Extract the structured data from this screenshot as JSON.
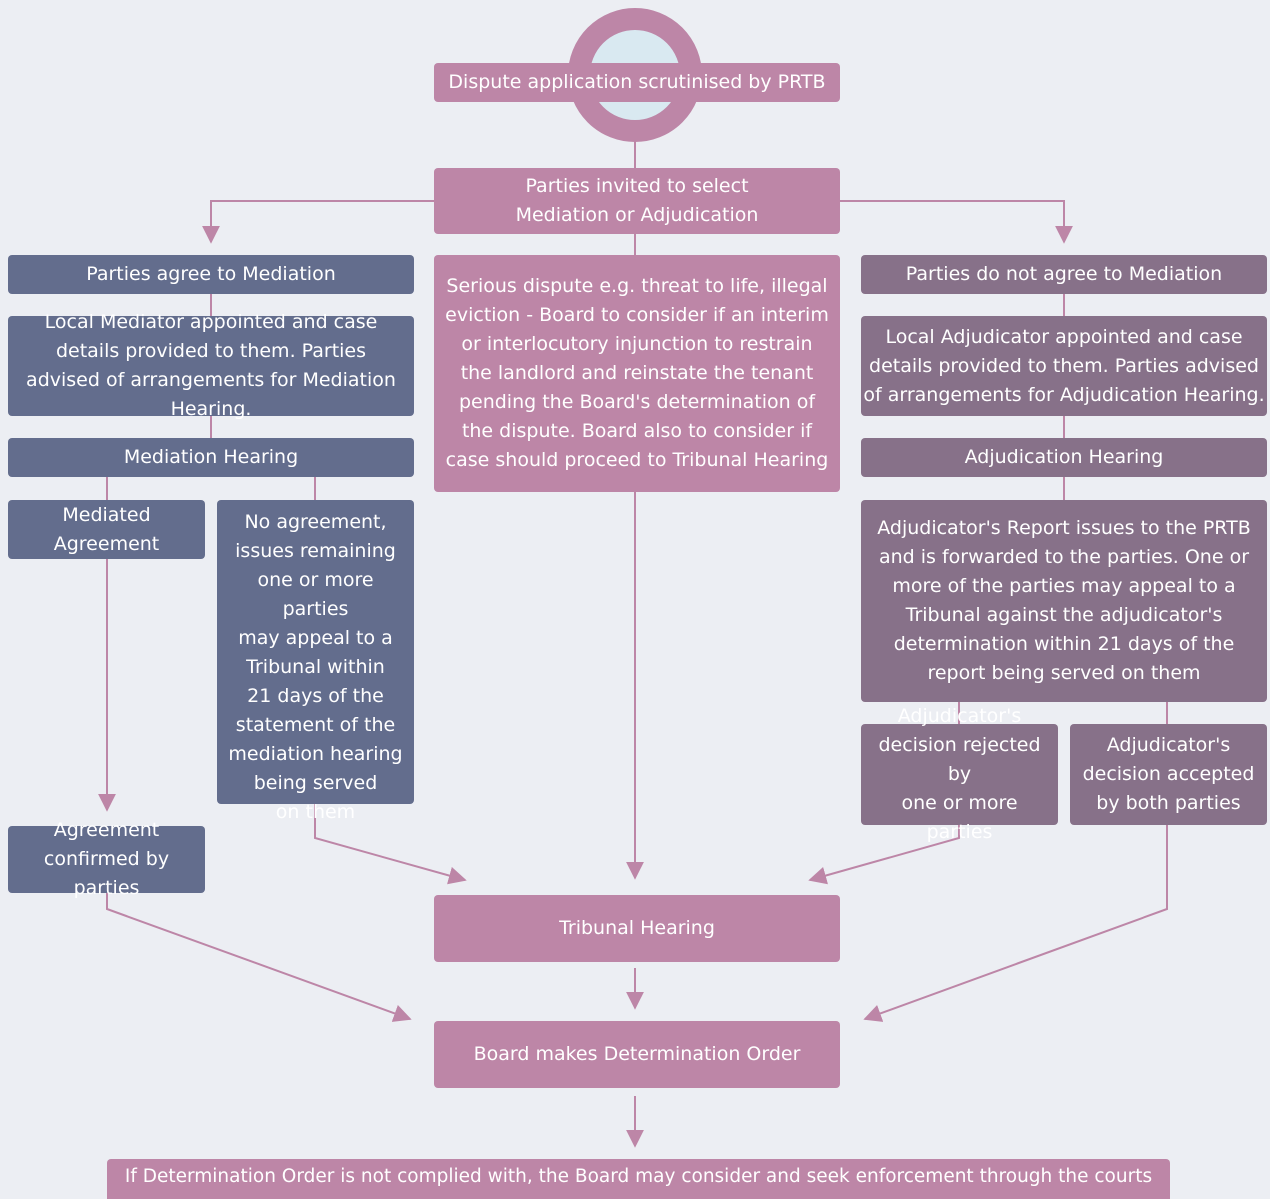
{
  "colors": {
    "background": "#eceef3",
    "pink": "#bd86a7",
    "blue": "#636d8d",
    "mauve": "#877189",
    "circle_center": "#d9e9f1",
    "line": "#bd86a7"
  },
  "nodes": {
    "dispute_application": "Dispute application scrutinised by PRTB",
    "parties_invited": "Parties invited to select\nMediation or Adjudication",
    "agree_mediation": "Parties agree to Mediation",
    "serious_dispute": "Serious dispute e.g. threat to life, illegal eviction - Board to consider if an interim or interlocutory injunction to restrain the landlord and reinstate the tenant pending the Board's determination of the dispute. Board also to consider if case should proceed to Tribunal Hearing",
    "not_agree_mediation": "Parties do not agree to Mediation",
    "local_mediator": "Local Mediator appointed and case details provided to them. Parties advised of arrangements for Mediation Hearing.",
    "local_adjudicator": "Local Adjudicator appointed and case details provided to them. Parties advised of arrangements for Adjudication Hearing.",
    "mediation_hearing": "Mediation Hearing",
    "adjudication_hearing": "Adjudication Hearing",
    "mediated_agreement": "Mediated\nAgreement",
    "no_agreement": "No agreement,\nissues remaining\none or more parties\nmay appeal to a\nTribunal within\n21 days of the\nstatement of the\nmediation hearing\nbeing served\non them",
    "adjudicator_report": "Adjudicator's Report issues to the PRTB and is forwarded to the parties. One or more of the parties may appeal to a Tribunal against the adjudicator's determination within 21 days of the report being served on them",
    "decision_rejected": "Adjudicator's\ndecision rejected by\none or more parties",
    "decision_accepted": "Adjudicator's\ndecision accepted\nby both parties",
    "agreement_confirmed": "Agreement\nconfirmed by parties",
    "tribunal_hearing": "Tribunal Hearing",
    "board_determination": "Board makes Determination Order",
    "enforcement": "If Determination Order is not complied with, the Board may consider and seek enforcement through the courts"
  }
}
